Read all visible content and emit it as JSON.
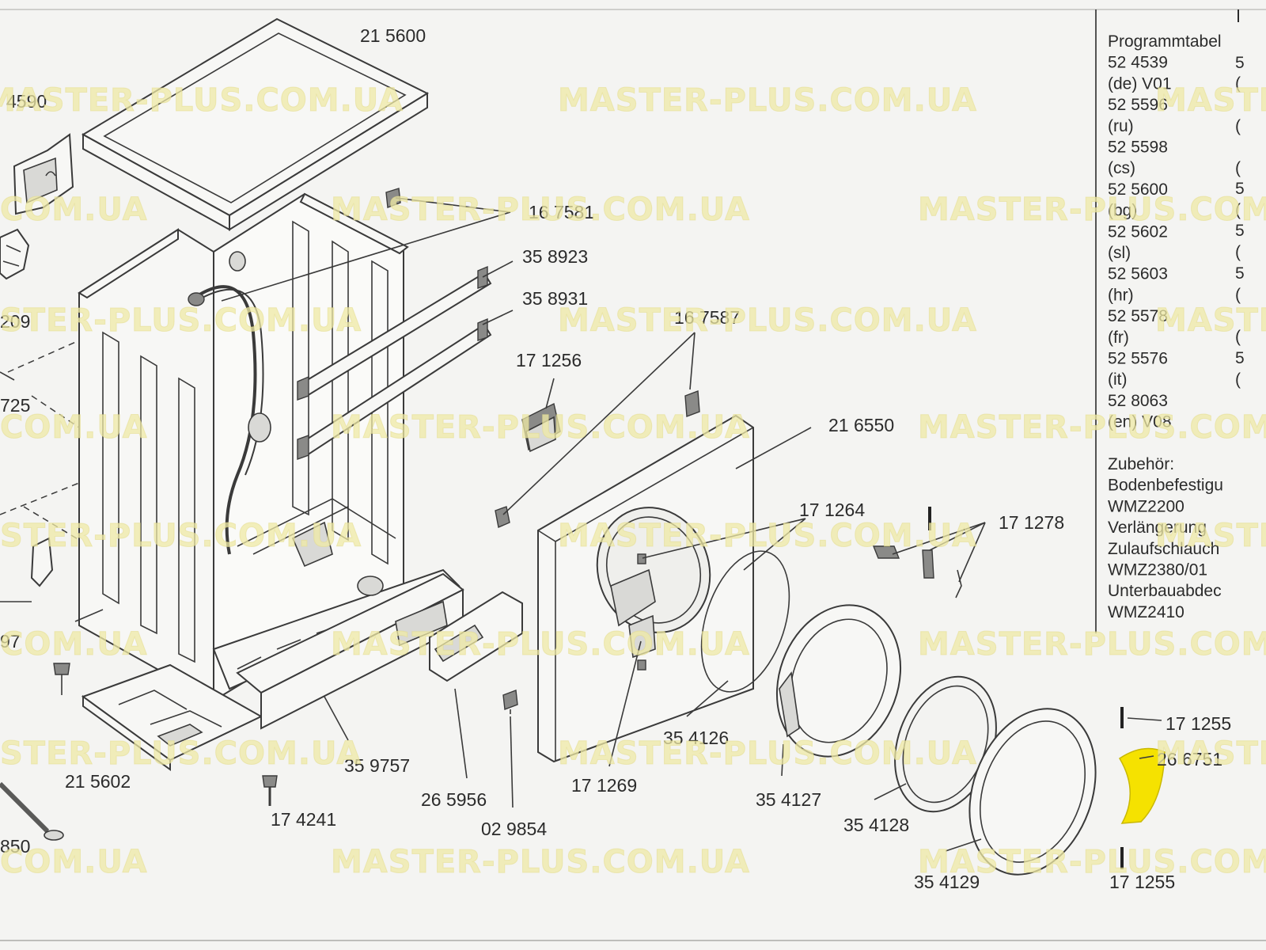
{
  "part_labels": {
    "p215600": "21 5600",
    "p4590": "4590",
    "p167581": "16 7581",
    "p358923": "35 8923",
    "p358931": "35 8931",
    "p167587": "16 7587",
    "p171256": "17 1256",
    "p216550": "21 6550",
    "p171264": "17 1264",
    "p171278": "17 1278",
    "p209": "209",
    "p725": "725",
    "p97": "97",
    "p215602": "21 5602",
    "p359757": "35 9757",
    "p174241": "17 4241",
    "p265956": "26 5956",
    "p029854": "02 9854",
    "p171269": "17 1269",
    "p354126": "35 4126",
    "p354127": "35 4127",
    "p354128": "35 4128",
    "p354129": "35 4129",
    "p171255a": "17 1255",
    "p266751": "26 6751",
    "p171255b": "17 1255",
    "p850": "850"
  },
  "legend": {
    "lines": [
      "Programmtabel",
      "52 4539",
      "(de) V01",
      "52 5596",
      "(ru)",
      "52 5598",
      "(cs)",
      "52 5600",
      "(bg)",
      "52 5602",
      "(sl)",
      "52 5603",
      "(hr)",
      "52 5578",
      "(fr)",
      "52 5576",
      "(it)",
      "52 8063",
      "(en) V08",
      "",
      "Zubehör:",
      "Bodenbefestigu",
      "WMZ2200",
      "Verlängerung",
      "Zulaufschlauch",
      "WMZ2380/01",
      "Unterbauabdec",
      "WMZ2410"
    ]
  },
  "watermark": {
    "full": "MASTER-PLUS.COM.UA",
    "tail": "COM.UA",
    "left_clip": "STER-PLUS.COM.UA",
    "right_clip": "MASTE",
    "right_clip2": "MASTER-PLUS.COM",
    "right_clip3": "MASTER-PLUS.COM"
  },
  "colors": {
    "highlight": "#f5e200",
    "watermark": "#efeaa6",
    "line": "#3a3a3a",
    "background": "#f4f4f2"
  }
}
